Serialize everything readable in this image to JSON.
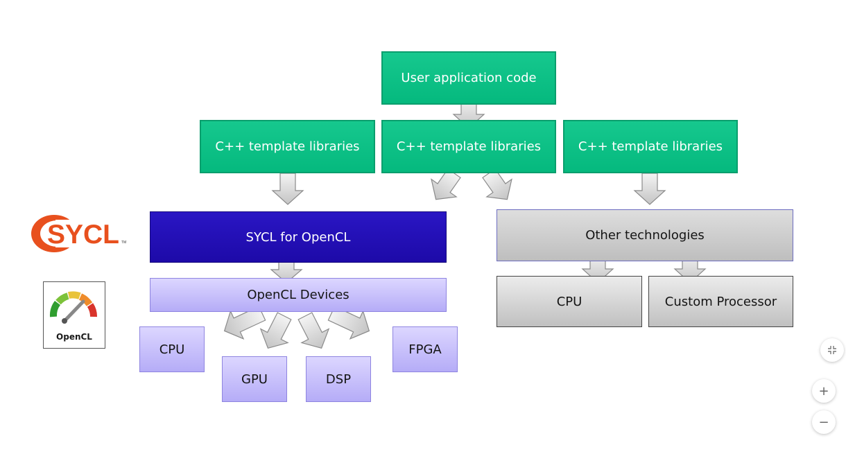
{
  "diagram": {
    "user_app": "User application code",
    "template_libs": [
      "C++ template libraries",
      "C++ template libraries",
      "C++ template libraries"
    ],
    "sycl_for_opencl": "SYCL for OpenCL",
    "opencl_devices": "OpenCL Devices",
    "devices": [
      "CPU",
      "GPU",
      "DSP",
      "FPGA"
    ],
    "other_technologies": "Other technologies",
    "other_targets": [
      "CPU",
      "Custom Processor"
    ]
  },
  "logos": {
    "sycl": "SYCL",
    "sycl_tm": "TM",
    "opencl": "OpenCL"
  },
  "controls": {
    "exit_fullscreen": "exit-fullscreen-icon",
    "zoom_in": "+",
    "zoom_out": "−"
  },
  "colors": {
    "green": "#0cc086",
    "sycl_blue": "#2412b8",
    "lavender": "#c6bff9",
    "gray": "#cfcfcf",
    "sycl_orange": "#e8501e"
  }
}
